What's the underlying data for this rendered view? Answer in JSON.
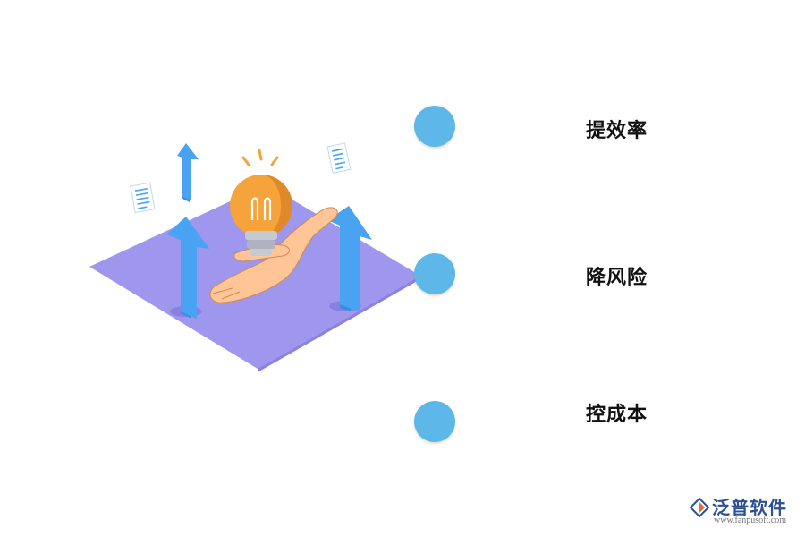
{
  "items": [
    {
      "label": "提效率"
    },
    {
      "label": "降风险"
    },
    {
      "label": "控成本"
    }
  ],
  "logo": {
    "name": "泛普软件",
    "url": "www.fanpusoft.com"
  },
  "colors": {
    "dot": "#5db7e8",
    "platform": "#9f96ee",
    "arrow": "#4aa3f2",
    "bulb": "#f5a33a",
    "logo_text": "#2d4f94",
    "logo_accent": "#e96b2a"
  },
  "icons": [
    "lightbulb-icon",
    "hand-icon",
    "up-arrow-icon",
    "document-icon"
  ]
}
